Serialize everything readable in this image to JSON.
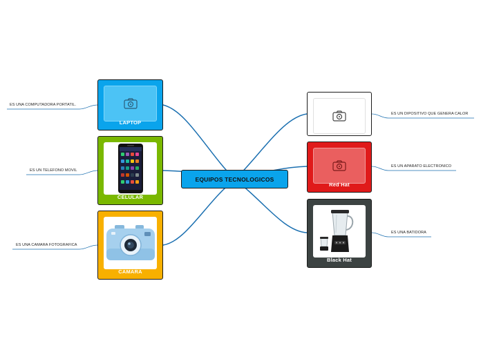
{
  "central": {
    "label": "EQUIPOS TECNOLOGICOS"
  },
  "nodes": {
    "laptop": {
      "label": "LAPTOP",
      "description": "ES UNA COMPUTADORA PORTATIL.",
      "color": "#0aa4ec",
      "image": "camera-placeholder-icon"
    },
    "celular": {
      "label": "CELULAR",
      "description": "ES UN TELEFONO MOVIL",
      "color": "#7ab800",
      "image": "smartphone-image"
    },
    "camara": {
      "label": "CAMARA",
      "description": "ES UNA CAMARA FOTOGRAFICA",
      "color": "#f8b000",
      "image": "kids-camera-image"
    },
    "white": {
      "label": "",
      "description": "ES UN DIPOSITIVO QUE GENERA CALOR",
      "color": "#ffffff",
      "image": "camera-placeholder-icon"
    },
    "redhat": {
      "label": "Red Hat",
      "description": "ES UN APARATO ELECTRONICO",
      "color": "#e01a1a",
      "image": "camera-placeholder-icon"
    },
    "blackhat": {
      "label": "Black Hat",
      "description": "ES UNA BATIDORA",
      "color": "#3c4342",
      "image": "blender-image"
    }
  },
  "link_color": "#1a6fb0"
}
